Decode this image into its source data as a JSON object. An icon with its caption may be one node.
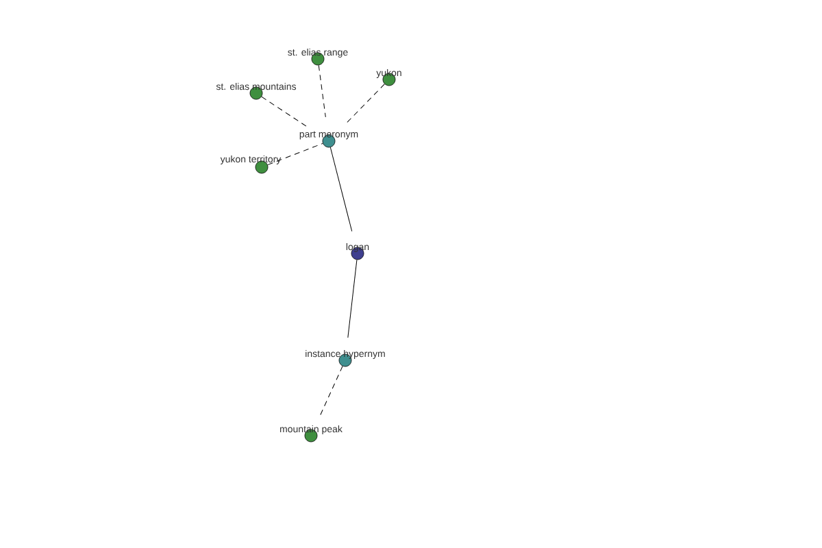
{
  "diagram": {
    "nodes": [
      {
        "text": [
          "st. elias range"
        ]
      },
      {
        "text": [
          "yukon"
        ]
      },
      {
        "text": [
          "st. elias mountains"
        ]
      },
      {
        "text": [
          "part meronym"
        ]
      },
      {
        "text": [
          "yukon territory"
        ]
      },
      {
        "text": [
          "logan"
        ]
      },
      {
        "text": [
          "instance hypernym"
        ]
      },
      {
        "text": [
          "mountain peak"
        ]
      }
    ],
    "edges": [
      {
        "from": 0,
        "to": 3,
        "arrow": "none",
        "style": "dashed"
      },
      {
        "from": 1,
        "to": 3,
        "arrow": "none",
        "style": "dashed"
      },
      {
        "from": 2,
        "to": 3,
        "arrow": "none",
        "style": "dashed"
      },
      {
        "from": 4,
        "to": 3,
        "arrow": "none",
        "style": "dashed"
      },
      {
        "from": 3,
        "to": 5,
        "arrow": "none"
      },
      {
        "from": 5,
        "to": 6,
        "arrow": "none"
      },
      {
        "from": 6,
        "to": 7,
        "arrow": "none",
        "style": "dashed"
      }
    ]
  }
}
